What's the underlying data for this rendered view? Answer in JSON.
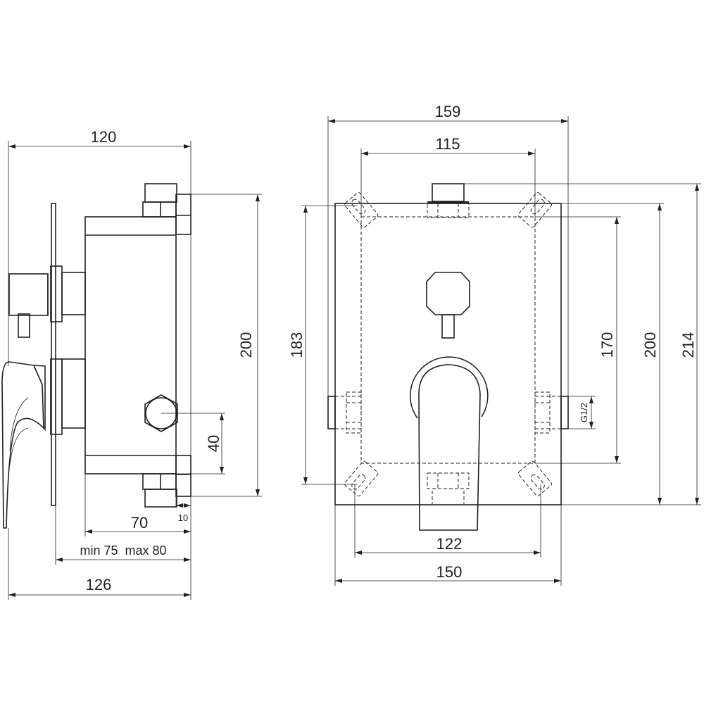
{
  "side_view": {
    "dim_width_total_top": "120",
    "dim_height": "200",
    "dim_hex_offset": "40",
    "dim_nut": "10",
    "dim_depth": "70",
    "dim_adjust": "min 75  max 80",
    "dim_width_total_bottom": "126"
  },
  "front_view": {
    "dim_width_outer": "159",
    "dim_width_inner": "115",
    "dim_height_183": "183",
    "dim_height_170": "170",
    "dim_height_200": "200",
    "dim_height_214": "214",
    "thread": "G1/2",
    "dim_hole_spacing": "122",
    "dim_plate_width": "150"
  }
}
